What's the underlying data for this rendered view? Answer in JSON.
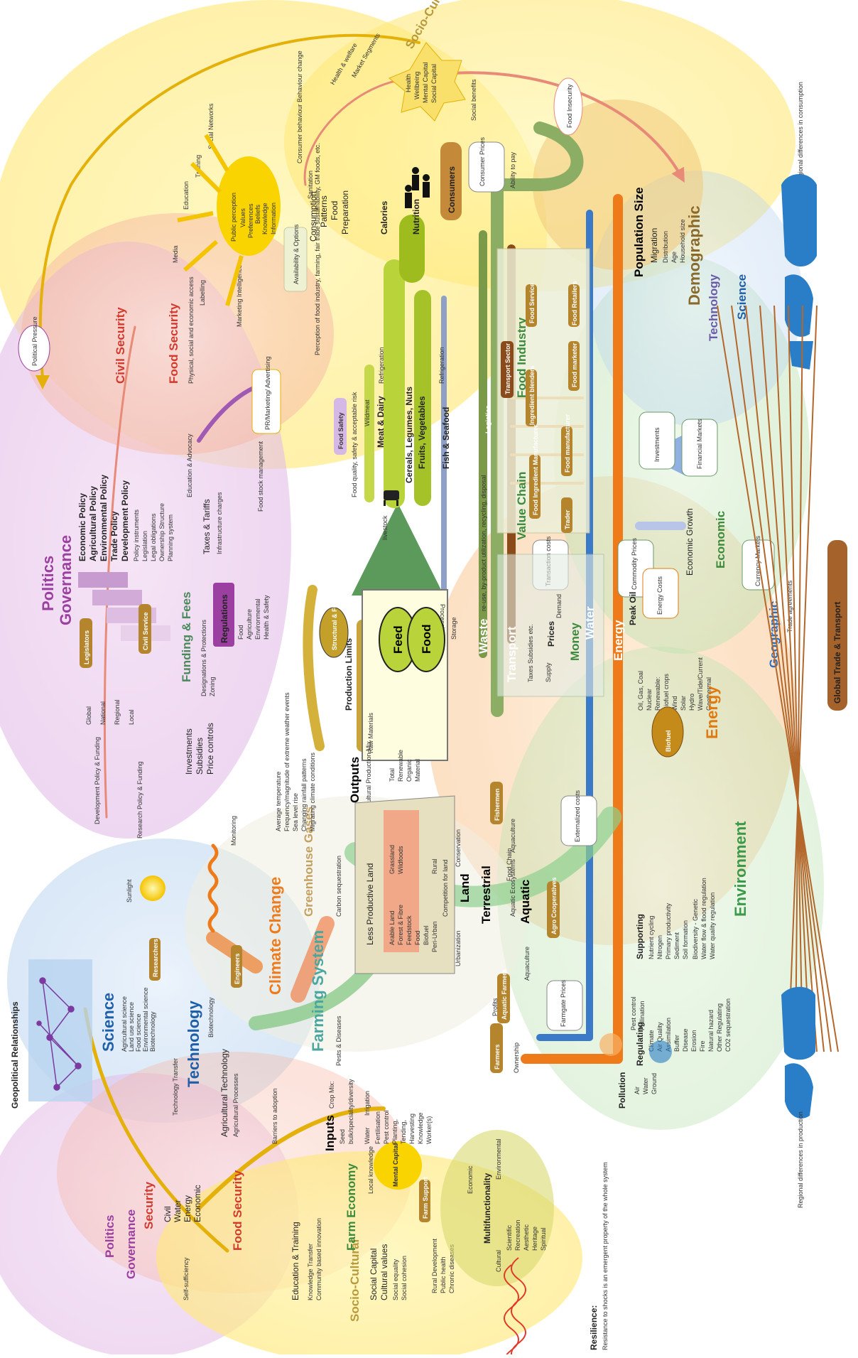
{
  "left_panel": {
    "geopolitical": "Geopolitical Relationships",
    "science": "Science",
    "science_items": [
      "Agricultural science",
      "Land use science",
      "Food science",
      "Environmental science",
      "Biotechnology"
    ],
    "researchers": "Researchers",
    "technology": "Technology",
    "tech_items": [
      "Biotechnology",
      "Agricultural Technology",
      "Agricultural Processes"
    ],
    "engineers": "Engineers",
    "tech_transfer": "Technology Transfer",
    "barriers": "Barriers to adoption",
    "governance": "Governance",
    "politics": "Politics",
    "security": "Security",
    "security_items": [
      "Civil",
      "Water",
      "Energy",
      "Economic"
    ],
    "self_sufficiency": "Self-sufficiency",
    "food_security": "Food Security",
    "education": "Education & Training",
    "education_items": [
      "Knowledge Transfer",
      "Community based innovation"
    ],
    "farm_economy": "Farm Economy",
    "socio_cultural": "Socio-Cultural",
    "socio_items": [
      "Social Capital",
      "Cultural values",
      "Social equality",
      "Social cohesion"
    ],
    "rural": [
      "Rural Development",
      "Public health",
      "Chronic diseases"
    ],
    "mental_capital": "Mental Capital",
    "local_knowledge": "Local knowledge",
    "farm_support": "Farm Support",
    "multifunctionality": "Multifunctionality",
    "multi_items": [
      "Economic",
      "Cultural",
      "Environmental",
      "Scientific",
      "Recreation",
      "Aesthetic",
      "Heritage",
      "Spiritual"
    ],
    "resilience": "Resilience:",
    "resilience_text": "Resistance to shocks is an emergent property of the whole system",
    "sunlight": "Sunlight",
    "inputs": "Inputs",
    "inputs_items": [
      "Crop Mix:",
      "Seed",
      "bulk/speciality/diversity",
      "Pests & Diseases",
      "Water",
      "Irrigation",
      "Fertilisation",
      "Pest control",
      "Planting,",
      "Tending,",
      "Harvesting",
      "Knowledge",
      "Worker(s)"
    ],
    "farming_system": "Farming System",
    "farmers": "Farmers",
    "ownership": "Ownership",
    "profits": "Profits",
    "farmgate": "Farmgate Prices",
    "pollution": "Pollution",
    "pollution_items": [
      "Air",
      "Water",
      "Ground"
    ],
    "pest_control": "Pest control",
    "pollination": "Pollination",
    "regional_prod": "Regional differences in production"
  },
  "center": {
    "climate_change": "Climate Change",
    "greenhouse": "Greenhouse Gases",
    "carbon": "Carbon sequestration",
    "monitoring": "Monitoring",
    "climate_items": [
      "Average temperature",
      "Frequency/magnitude of extreme weather events",
      "Sea level rise",
      "Changing rainfall patterns",
      "Migrating climate conditions"
    ],
    "less_productive": "Less Productive Land",
    "land_uses": [
      "Arable Land",
      "Forest & Fibre",
      "Feedstock",
      "Food",
      "Biofuel",
      "Grassland",
      "Wildfoods",
      "Rural",
      "Peri-Urban"
    ],
    "competition": "Competition for land",
    "land": "Land",
    "urbanization": "Urbanization",
    "conservation": "Conservation",
    "terrestrial": "Terrestrial",
    "aquatic": "Aquatic",
    "aquatic_items": [
      "Aquaculture",
      "Aquatic Ecosystems",
      "Food Chain"
    ],
    "agro_coops": "Agro Cooperatives",
    "fishermen": "Fishermen",
    "aquatic_farmers": "Aquatic Farmers",
    "outputs": "Outputs",
    "outputs_sub": "Agricultural Production Mix",
    "outputs_items": [
      "Total",
      "Renewable",
      "Organic",
      "Material"
    ],
    "structural": "Structural & Fibre",
    "production_limits": "Production Limits",
    "raw_materials": "Raw Materials",
    "processing": "Processing",
    "feed": "Feed",
    "food": "Food",
    "storage": "Storage",
    "livestock": "livestock",
    "wildmeat": "Wildmeat",
    "meat_dairy": "Meat & Dairy",
    "cereals": "Cereals, Legumes, Nuts",
    "fruits": "Fruits, Vegetables",
    "fish": "Fish & Seafood",
    "refrigeration": "Refrigeration",
    "food_safety": "Food Safety",
    "food_safety_sub": "Food quality, safety & acceptable risk",
    "availability": "Availability & Options",
    "waste": "Waste",
    "waste_sub": "re-use, by-product utilization, recycling, disposal",
    "calories": "Calories",
    "nutrition": "Nutrition",
    "consumption": [
      "Consumption",
      "Patterns",
      "Food",
      "Preparation"
    ],
    "sanitation": "Sanitation",
    "consumers": "Consumers",
    "consumer_prices": "Consumer Prices",
    "ability": "Ability to pay",
    "public_perception": [
      "Public perception",
      "Values",
      "Preferences",
      "Beliefs",
      "Knowledge",
      "Information"
    ],
    "perception_items": [
      "Education",
      "Training",
      "Social Networks",
      "Media",
      "Labelling",
      "Marketing Intelligence"
    ],
    "perception_text": "Perception of food industry, farming, fair trade sustainability, GM foods, etc.",
    "consumer_behaviour": "Consumer behaviour Behaviour change",
    "pr": "PR/Marketing/ Advertising",
    "civil_security": "Civil Security",
    "food_security_top": "Food Security",
    "fs_items": "Physical, social and economic access",
    "education_advocacy": "Education & Advocacy",
    "food_stock": "Food stock management",
    "funding": "Funding & Fees",
    "funding_items": [
      "Investments",
      "Subsidies",
      "Price controls"
    ],
    "designations": "Designations & Protections",
    "zoning": "Zoning",
    "regulations": "Regulations",
    "regulation_items": [
      "Food",
      "Agriculture",
      "Environmental",
      "Health & Safety"
    ],
    "taxes": "Taxes & Tariffs",
    "infra": "Infrastructure charges",
    "research": "Research Policy & Funding",
    "development": "Development Policy & Funding",
    "politics_top": "Politics",
    "governance_top": "Governance",
    "policies": [
      "Economic Policy",
      "Agricultural Policy",
      "Environmental Policy",
      "Trade Policy",
      "Development Policy"
    ],
    "policy_sub": [
      "Policy instruments",
      "Legislation",
      "Legal obligations",
      "Ownership Structure",
      "Planning system"
    ],
    "levels": [
      "Global",
      "National",
      "Regional",
      "Local"
    ],
    "legislators": "Legislators",
    "civil_service": "Civil Service",
    "political_pressure": "Political Pressure",
    "socio_cultural_top": "Socio-Cultural",
    "socio_center": [
      "Health",
      "Wellbeing",
      "Mental Capital",
      "Social Capital"
    ],
    "market_segments": "Market Segments",
    "health_welfare": "Health & welfare",
    "social_benefits": "Social benefits",
    "food_insecurity": "Food Insecurity",
    "demographic": "Demographic",
    "pop_size": "Population Size",
    "migration": "Migration",
    "demo_items": [
      "Distribution",
      "Age",
      "Household size"
    ],
    "regional_cons": "Regional differences in consumption"
  },
  "right_panel": {
    "transport": "Transport",
    "logistics": "Logistics",
    "transport_sector": "Transport Sector",
    "food_industry": "Food Industry",
    "value_chain": "Value Chain",
    "chain_items": [
      "Food Service",
      "Food Retailers",
      "Food marketer",
      "Ingredient blenders",
      "Food manufacturer",
      "Food Ingredient Manufacturer",
      "Trader"
    ],
    "transaction": "Transaction costs",
    "money": "Money",
    "prices": "Prices",
    "supply": "Supply",
    "demand": "Demand",
    "taxes_subsidies": "Taxes Subsidies etc.",
    "water": "Water",
    "energy": "Energy",
    "peak_oil": "Peak Oil",
    "energy_costs": "Energy Costs",
    "energy_items": [
      "Oil, Gas, Coal",
      "Nuclear",
      "Renewable:",
      "Biofuel crops",
      "Wind",
      "Solar",
      "Hydro",
      "Wave/Tide/Current",
      "Geothermal"
    ],
    "biofuel": "Biofuel",
    "energy_big": "Energy",
    "commodity": "Commodity Prices",
    "investments": "Investments",
    "financial": "Financial Markets",
    "economic_growth": "Economic Growth",
    "economic": "Economic",
    "currency": "Currency Markets",
    "technology": "Technology",
    "science": "Science",
    "geographic": "Geographic",
    "trade_agreements": "Trade agreements",
    "global_trade": "Global Trade & Transport",
    "externalized": "Externalized costs",
    "environment": "Environment",
    "supporting": "Supporting",
    "supporting_items": [
      "Nutrient cycling",
      "Nitrogen",
      "Primary productivity",
      "Sediment",
      "Soil formation",
      "Biodiversity - Genetic",
      "Water flow & flood regulation",
      "Water quality regulation"
    ],
    "regulating": "Regulating",
    "regulating_items": [
      "Climate",
      "Air Quality",
      "Assimilation",
      "Buffer",
      "Disease",
      "Erosion",
      "Fire",
      "Natural hazard",
      "Other Regulating",
      "CO2 sequestration"
    ]
  },
  "colors": {
    "politics": "#9b3fa0",
    "security": "#d23a2e",
    "science": "#1f5fa8",
    "technology": "#1f5fa8",
    "sociocultural": "#b89a3c",
    "economic": "#3c8a3c",
    "energy": "#e07a10",
    "water": "#2b6fbf",
    "food": "#7a9a18",
    "brown": "#8a4a1a",
    "env": "#3a9a4a",
    "farming": "#4aa7a0"
  }
}
